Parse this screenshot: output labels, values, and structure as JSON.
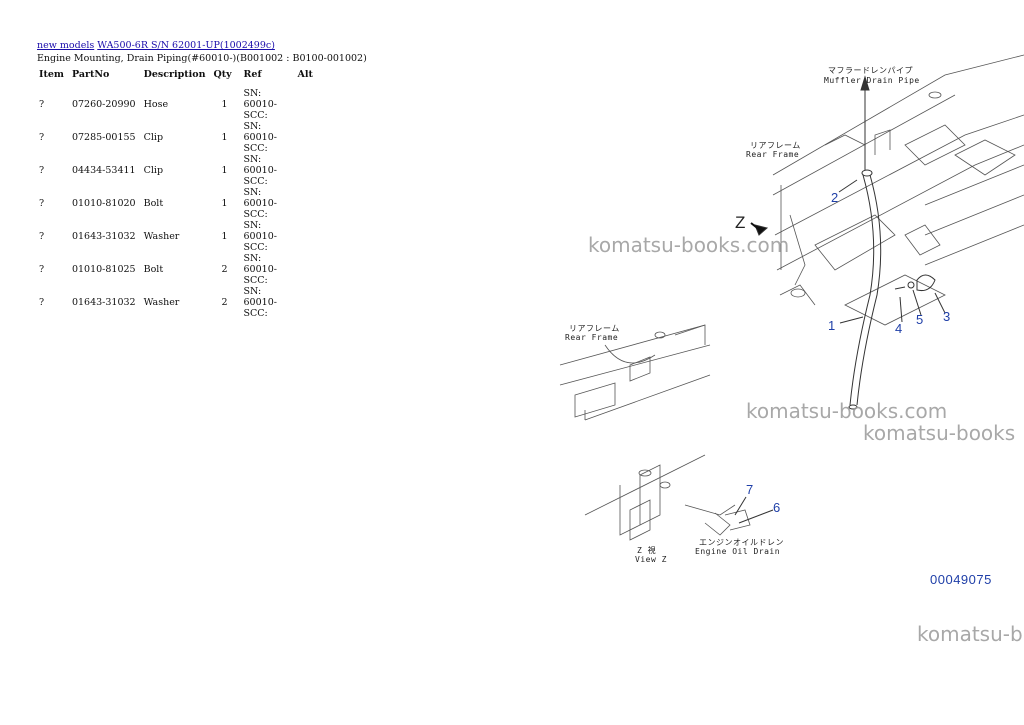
{
  "breadcrumb": {
    "link1": "new models",
    "link2": "WA500-6R S/N 62001-UP(1002499c)"
  },
  "subtitle": "Engine Mounting, Drain Piping(#60010-)(B001002 : B0100-001002)",
  "table": {
    "headers": [
      "Item",
      "PartNo",
      "Description",
      "Qty",
      "Ref",
      "Alt"
    ],
    "rows": [
      {
        "item": "?",
        "partno": "07260-20990",
        "desc": "Hose",
        "qty": "1",
        "ref1": "SN: 60010-",
        "ref2": "SCC:"
      },
      {
        "item": "?",
        "partno": "07285-00155",
        "desc": "Clip",
        "qty": "1",
        "ref1": "SN: 60010-",
        "ref2": "SCC:"
      },
      {
        "item": "?",
        "partno": "04434-53411",
        "desc": "Clip",
        "qty": "1",
        "ref1": "SN: 60010-",
        "ref2": "SCC:"
      },
      {
        "item": "?",
        "partno": "01010-81020",
        "desc": "Bolt",
        "qty": "1",
        "ref1": "SN: 60010-",
        "ref2": "SCC:"
      },
      {
        "item": "?",
        "partno": "01643-31032",
        "desc": "Washer",
        "qty": "1",
        "ref1": "SN: 60010-",
        "ref2": "SCC:"
      },
      {
        "item": "?",
        "partno": "01010-81025",
        "desc": "Bolt",
        "qty": "2",
        "ref1": "SN: 60010-",
        "ref2": "SCC:"
      },
      {
        "item": "?",
        "partno": "01643-31032",
        "desc": "Washer",
        "qty": "2",
        "ref1": "SN: 60010-",
        "ref2": "SCC:"
      }
    ]
  },
  "diagram": {
    "muffler_jp": "マフラードレンパイプ",
    "muffler_en": "Muffler Drain Pipe",
    "rear_frame_jp": "リアフレーム",
    "rear_frame_en": "Rear Frame",
    "rear_frame2_jp": "リアフレーム",
    "rear_frame2_en": "Rear Frame",
    "z_label": "Z",
    "view_z_jp": "Z 視",
    "view_z_en": "View Z",
    "engine_drain_jp": "エンジンオイルドレン",
    "engine_drain_en": "Engine Oil Drain",
    "callouts": [
      "1",
      "2",
      "3",
      "4",
      "5",
      "6",
      "7"
    ],
    "figure_number": "00049075"
  },
  "watermarks": [
    "komatsu-books.com",
    "komatsu-books.com",
    "komatsu-books",
    "komatsu-b"
  ]
}
